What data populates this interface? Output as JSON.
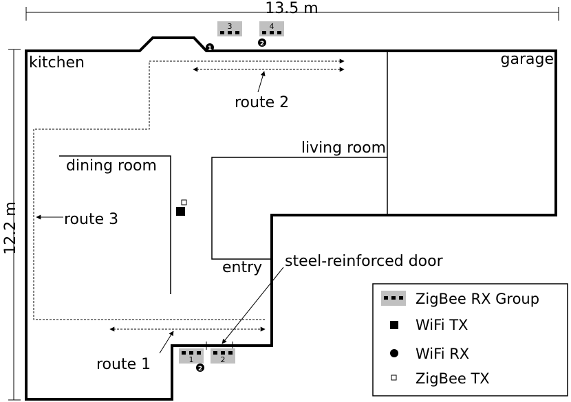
{
  "dimensions": {
    "width_label": "13.5 m",
    "height_label": "12.2 m"
  },
  "rooms": {
    "kitchen": "kitchen",
    "garage": "garage",
    "living_room": "living room",
    "dining_room": "dining room",
    "entry": "entry"
  },
  "routes": {
    "route1": "route 1",
    "route2": "route 2",
    "route3": "route 3"
  },
  "door_label": "steel-reinforced door",
  "rx_groups": [
    {
      "id": "1"
    },
    {
      "id": "2"
    },
    {
      "id": "3"
    },
    {
      "id": "4"
    }
  ],
  "wifi_rx_markers": [
    "1",
    "2",
    "2"
  ],
  "legend": {
    "zigbee_rx_group": "ZigBee RX Group",
    "wifi_tx": "WiFi TX",
    "wifi_rx": "WiFi RX",
    "zigbee_tx": "ZigBee TX"
  },
  "colors": {
    "rx_group_fill": "#c0c0c0",
    "lines": "#000000"
  }
}
